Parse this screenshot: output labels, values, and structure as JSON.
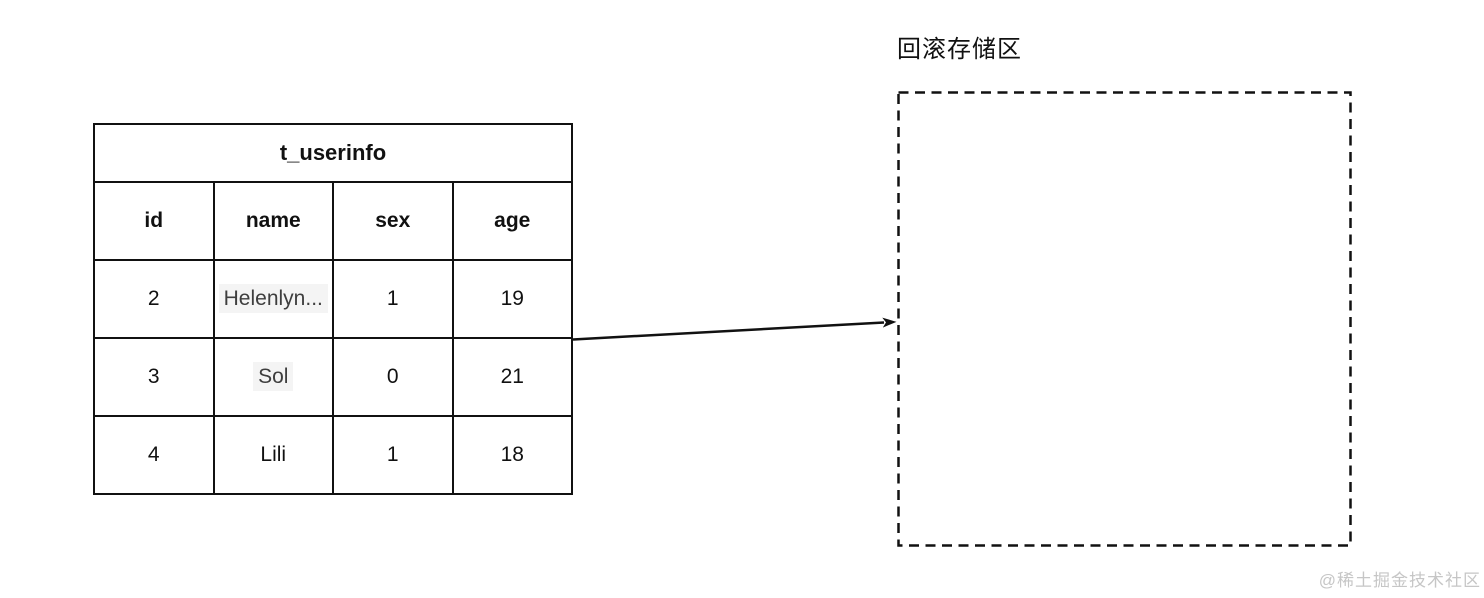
{
  "diagram": {
    "table": {
      "title": "t_userinfo",
      "headers": [
        "id",
        "name",
        "sex",
        "age"
      ],
      "rows": [
        [
          "2",
          "Helenlyn...",
          "1",
          "19"
        ],
        [
          "3",
          "Sol",
          "0",
          "21"
        ],
        [
          "4",
          "Lili",
          "1",
          "18"
        ]
      ]
    },
    "rollback_area": {
      "label": "回滚存储区"
    },
    "watermark": "@稀土掘金技术社区",
    "colors": {
      "line": "#111111",
      "highlight_bg": "#f4f4f4",
      "watermark": "#c6c6c6"
    }
  }
}
